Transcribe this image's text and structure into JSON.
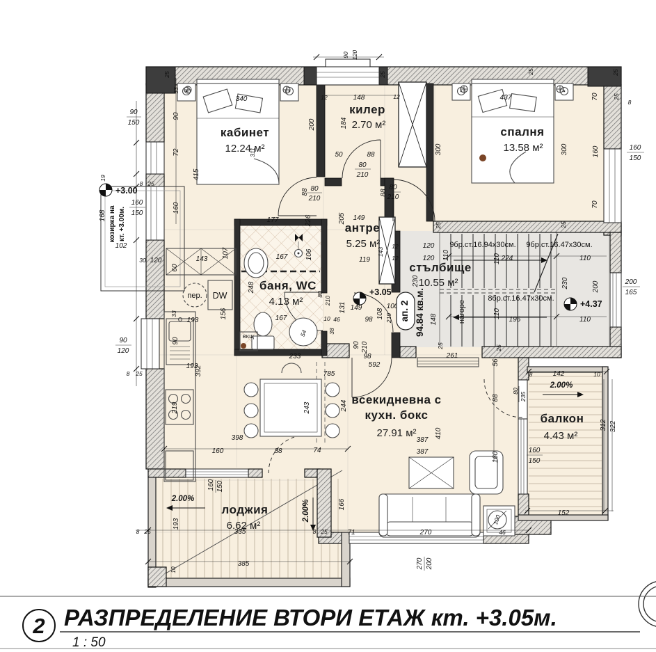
{
  "title_block": {
    "number": "2",
    "title": "РАЗПРЕДЕЛЕНИЕ ВТОРИ ЕТАЖ кт. +3.05м.",
    "scale": "1 : 50"
  },
  "rooms": {
    "kabinet": {
      "name": "кабинет",
      "area": "12.24 м²"
    },
    "kiler": {
      "name": "килер",
      "area": "2.70 м²"
    },
    "spalnya": {
      "name": "спалня",
      "area": "13.58 м²"
    },
    "antre": {
      "name": "антре",
      "area": "5.25 м²"
    },
    "banya": {
      "name": "баня, WC",
      "area": "4.13 м²"
    },
    "stalbishte": {
      "name": "стълбище",
      "area": "10.55 м²"
    },
    "dnevna": {
      "name1": "всекидневна с",
      "name2": "кухн. бокс",
      "area": "27.91 м²"
    },
    "balkon": {
      "name": "балкон",
      "area": "4.43 м²"
    },
    "lodzhia": {
      "name": "лоджия",
      "area": "6.62 м²"
    }
  },
  "apartment": {
    "label": "ап. 2",
    "area": "94.84 кв.м."
  },
  "ann": {
    "kozirka1": "козирка на",
    "kozirka2": "кт. +3.00м.",
    "lvl300": "+3.00",
    "lvl305": "+3.05",
    "lvl437": "+4.37",
    "up": "нагоре",
    "fl1": "9бр.ст.16.94х30см.",
    "fl2": "9бр.ст.16.47х30см.",
    "fl3": "8бр.ст.16.47х30см.",
    "slope": "2.00%",
    "washer": "пер.",
    "dw": "DW",
    "vksht": "ВКЩ",
    "shower_d": "54",
    "planter_d": "100"
  },
  "colors": {
    "room_fill": "#f8efdf",
    "stair_fill": "#e8e6e2",
    "tile_fill": "#fbf5ea",
    "accent_brown": "#7a4527"
  },
  "dims": [
    "90",
    "150",
    "160",
    "150",
    "168",
    "102",
    "19",
    "8",
    "25",
    "30",
    "120",
    "90",
    "120",
    "8",
    "25",
    "33",
    "90",
    "72",
    "160",
    "415",
    "340",
    "311",
    "200",
    "177",
    "226",
    "205",
    "148",
    "184",
    "12",
    "12",
    "50",
    "88",
    "80",
    "210",
    "90",
    "120",
    "300",
    "437",
    "300",
    "70",
    "160",
    "70",
    "160",
    "150",
    "25",
    "8",
    "149",
    "119",
    "12",
    "12",
    "143",
    "80",
    "210",
    "88",
    "80",
    "210",
    "88",
    "80",
    "210",
    "131",
    "149",
    "46",
    "38",
    "98",
    "108",
    "100",
    "219",
    "230",
    "90",
    "210",
    "98",
    "592",
    "148",
    "120",
    "120",
    "110",
    "224",
    "110",
    "110",
    "230",
    "200",
    "196",
    "110",
    "110",
    "200",
    "165",
    "25",
    "25",
    "261",
    "56",
    "25",
    "25",
    "785",
    "244",
    "243",
    "387",
    "387",
    "410",
    "88",
    "80",
    "235",
    "160",
    "166",
    "71",
    "270",
    "46",
    "270",
    "200",
    "160",
    "88",
    "74",
    "398",
    "193",
    "156",
    "193",
    "392",
    "90",
    "219",
    "60",
    "143",
    "107",
    "33",
    "167",
    "106",
    "248",
    "167",
    "233",
    "10",
    "160",
    "150",
    "193",
    "335",
    "385",
    "8",
    "25",
    "8",
    "25",
    "10",
    "142",
    "8",
    "10",
    "312",
    "322",
    "160",
    "150",
    "152",
    "25",
    "25",
    "25",
    "25"
  ]
}
